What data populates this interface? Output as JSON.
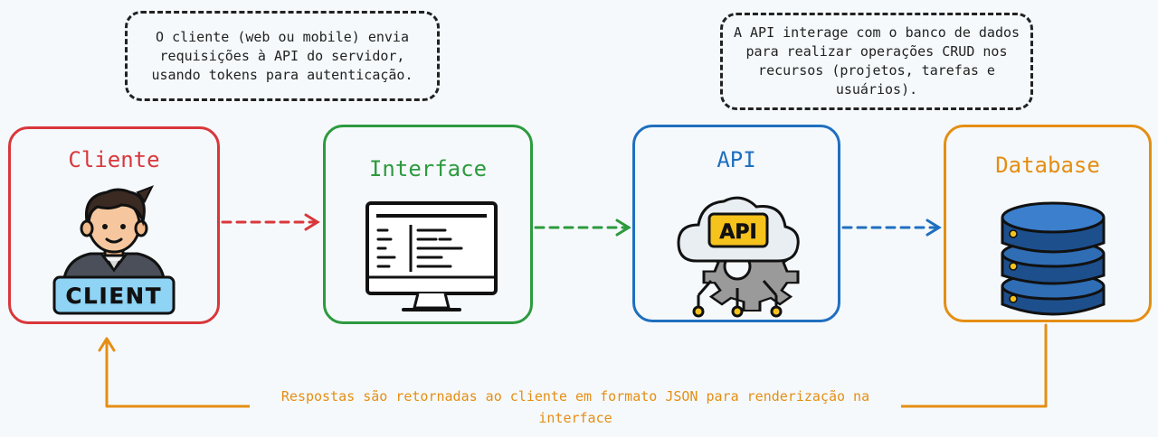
{
  "notes": {
    "client_request": "O cliente (web ou mobile) envia requisições à API do servidor, usando tokens para autenticação.",
    "api_database": "A API interage com o banco de dados para realizar operações CRUD nos recursos (projetos, tarefas e usuários)."
  },
  "nodes": {
    "client": {
      "title": "Cliente",
      "badge": "CLIENT",
      "color": "#d9373b"
    },
    "interface": {
      "title": "Interface",
      "color": "#2d9a3e"
    },
    "api": {
      "title": "API",
      "badge": "API",
      "color": "#1f6fbf"
    },
    "database": {
      "title": "Database",
      "color": "#e58e13"
    }
  },
  "response_label": "Respostas são retornadas ao cliente em formato JSON para renderização na interface",
  "icons": [
    "client-person-icon",
    "monitor-icon",
    "api-cloud-gear-icon",
    "database-icon"
  ]
}
